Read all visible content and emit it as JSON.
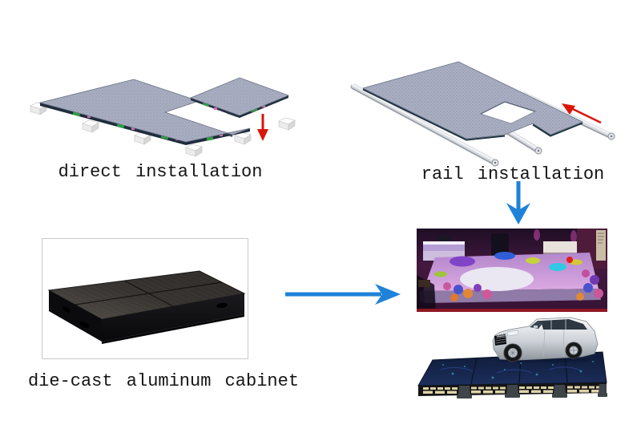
{
  "canvas": {
    "background": "#ffffff"
  },
  "colors": {
    "arrow_blue": "#1e82d9",
    "arrow_red": "#da150a",
    "label_text": "#141414",
    "panel_surface": "#a9aec1",
    "panel_edge": "#1f2d3d",
    "connector_green": "#2f9e44",
    "connector_pink": "#d06fae",
    "rail_silver": "#c2c7cf",
    "frame_border": "#c9c9c9"
  },
  "labels": {
    "direct": "direct installation",
    "rail": "rail installation",
    "cabinet": "die-cast aluminum cabinet"
  },
  "arrows": {
    "direct_drop": {
      "direction": "down",
      "color": "#da150a"
    },
    "rail_slide": {
      "direction": "up-left",
      "color": "#da150a"
    },
    "flow_down": {
      "direction": "down",
      "color": "#1e82d9"
    },
    "flow_right": {
      "direction": "right",
      "color": "#1e82d9"
    }
  }
}
